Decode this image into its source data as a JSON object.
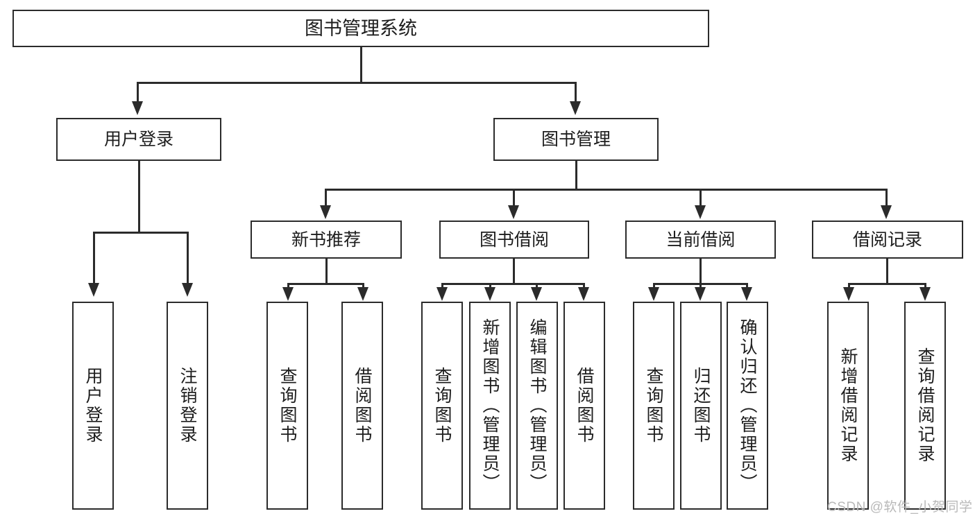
{
  "diagram": {
    "type": "tree",
    "title": "图书管理系统",
    "orientation": "top-down",
    "colors": {
      "box_border": "#2b2b2b",
      "box_fill": "#ffffff",
      "connector": "#2b2b2b",
      "text": "#1d1d1d",
      "watermark": "#b9b9b9",
      "background": "#ffffff"
    }
  },
  "root": {
    "label": "图书管理系统"
  },
  "level2": [
    {
      "id": "user-login",
      "label": "用户登录"
    },
    {
      "id": "book-manage",
      "label": "图书管理"
    }
  ],
  "level3": [
    {
      "id": "new-book-recommend",
      "label": "新书推荐",
      "parent": "book-manage"
    },
    {
      "id": "book-borrow",
      "label": "图书借阅",
      "parent": "book-manage"
    },
    {
      "id": "current-borrow",
      "label": "当前借阅",
      "parent": "book-manage"
    },
    {
      "id": "borrow-record",
      "label": "借阅记录",
      "parent": "book-manage"
    }
  ],
  "leaves": {
    "user_login": [
      {
        "id": "leaf-user-login",
        "label": "用户登录"
      },
      {
        "id": "leaf-user-logout",
        "label": "注销登录"
      }
    ],
    "new_book_recommend": [
      {
        "id": "leaf-query-book-1",
        "label": "查询图书"
      },
      {
        "id": "leaf-borrow-book-1",
        "label": "借阅图书"
      }
    ],
    "book_borrow": [
      {
        "id": "leaf-query-book-2",
        "label": "查询图书"
      },
      {
        "id": "leaf-add-book",
        "label": "新增图书（管理员）"
      },
      {
        "id": "leaf-edit-book",
        "label": "编辑图书（管理员）"
      },
      {
        "id": "leaf-borrow-book-2",
        "label": "借阅图书"
      }
    ],
    "current_borrow": [
      {
        "id": "leaf-query-book-3",
        "label": "查询图书"
      },
      {
        "id": "leaf-return-book",
        "label": "归还图书"
      },
      {
        "id": "leaf-confirm-return",
        "label": "确认归还（管理员）"
      }
    ],
    "borrow_record": [
      {
        "id": "leaf-add-borrow-record",
        "label": "新增借阅记录"
      },
      {
        "id": "leaf-query-borrow-record",
        "label": "查询借阅记录"
      }
    ]
  },
  "watermark": {
    "text": "CSDN @软件_小贺同学"
  }
}
